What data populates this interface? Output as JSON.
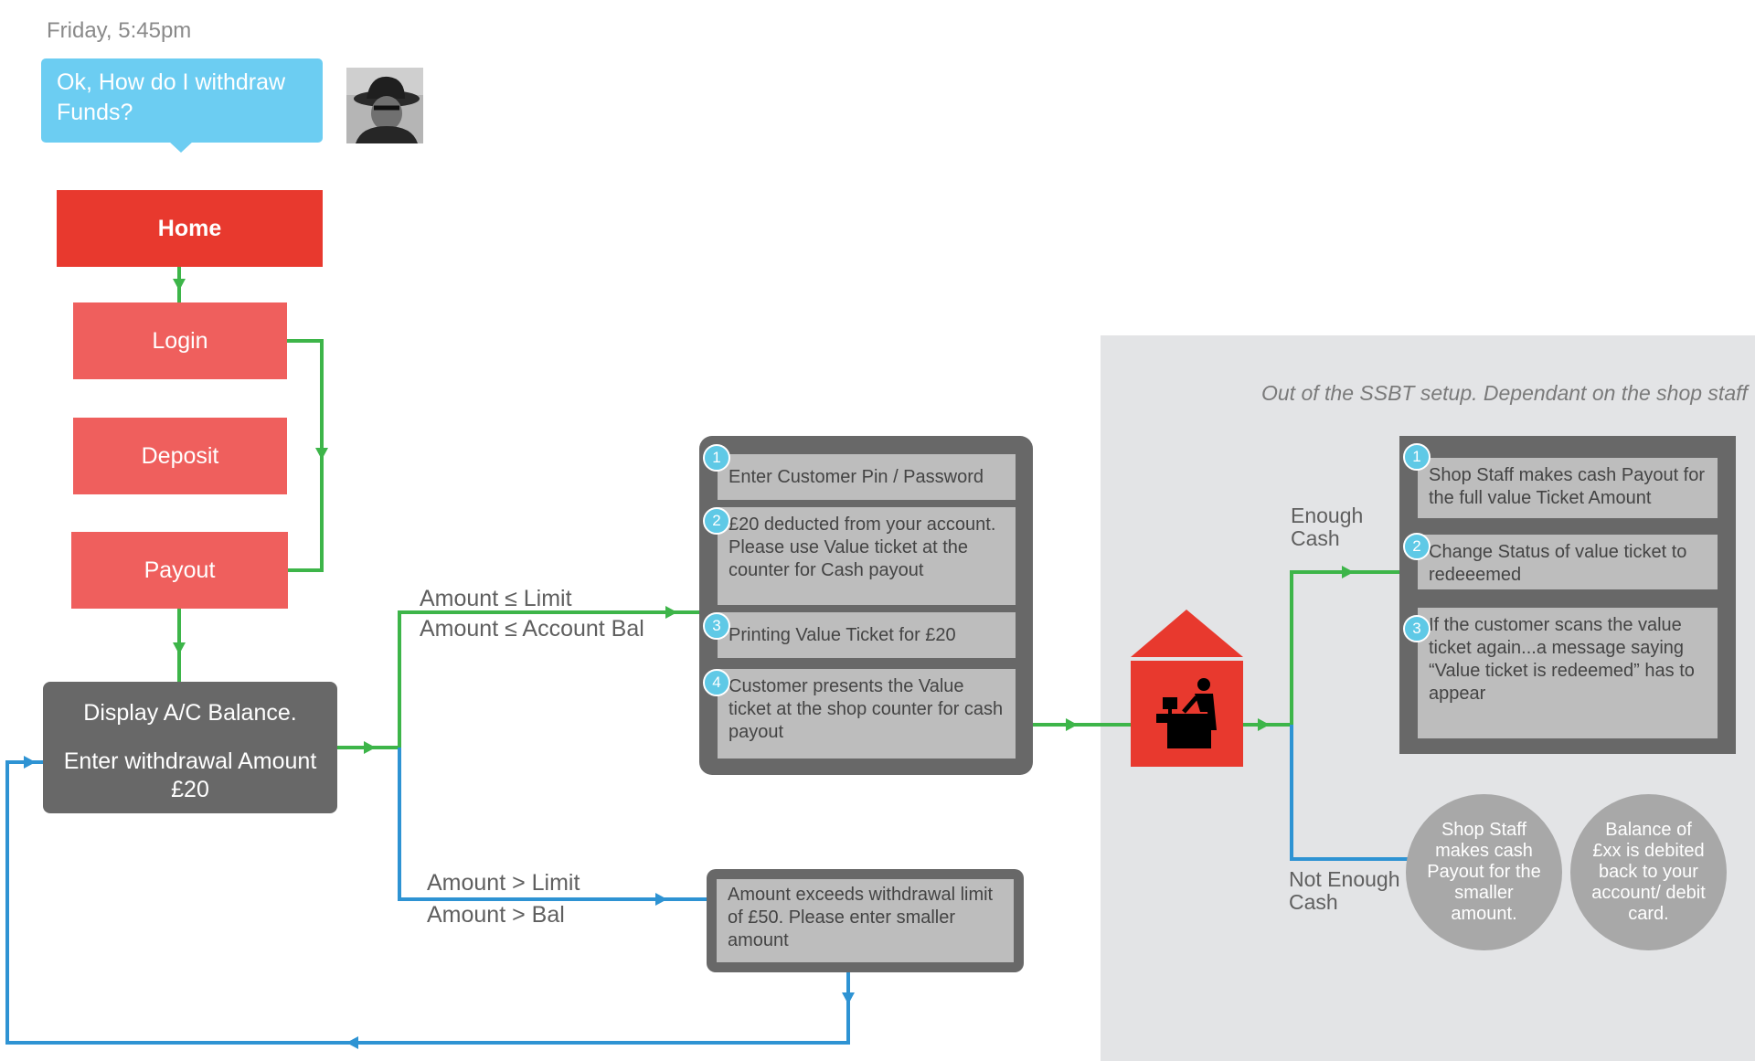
{
  "chat": {
    "timestamp": "Friday, 5:45pm",
    "message": "Ok, How do I withdraw Funds?",
    "avatar_icon": "user-avatar-photo"
  },
  "nav": {
    "home": "Home",
    "login": "Login",
    "deposit": "Deposit",
    "payout": "Payout"
  },
  "display_box": {
    "line1": "Display A/C Balance.",
    "line2": "Enter withdrawal Amount",
    "line3": "£20"
  },
  "branches": {
    "ok_line1": "Amount ≤ Limit",
    "ok_line2": "Amount ≤ Account Bal",
    "fail_line1": "Amount > Limit",
    "fail_line2": "Amount > Bal"
  },
  "steps": [
    {
      "num": "1",
      "text": "Enter Customer Pin / Password"
    },
    {
      "num": "2",
      "text": "£20 deducted from your account. Please use Value ticket at the counter for Cash payout"
    },
    {
      "num": "3",
      "text": "Printing Value Ticket for £20"
    },
    {
      "num": "4",
      "text": "Customer presents the Value ticket at the shop counter for cash payout"
    }
  ],
  "error_message": "Amount exceeds withdrawal limit of £50. Please enter smaller amount",
  "shop_zone": {
    "note": "Out of the SSBT setup. Dependant on the shop staff",
    "enough_cash": "Enough Cash",
    "not_enough_cash": "Not Enough Cash",
    "steps": [
      {
        "num": "1",
        "text": "Shop Staff makes cash Payout for the full value Ticket Amount"
      },
      {
        "num": "2",
        "text": "Change Status of value ticket to redeeemed"
      },
      {
        "num": "3",
        "text": "If the customer scans the value ticket again...a message saying “Value ticket is redeemed” has to appear"
      }
    ],
    "circles": [
      "Shop Staff makes cash Payout for the smaller amount.",
      "Balance of £xx is debited back to your account/ debit card."
    ],
    "icon": "shop-counter-icon"
  },
  "colors": {
    "bubble": "#6ccdf2",
    "home": "#e8392e",
    "nav": "#ef5f5d",
    "dark_box": "#686868",
    "step_box": "#bdbdbd",
    "badge": "#5fc9e6",
    "green_line": "#3db549",
    "blue_line": "#2e93d3",
    "zone": "#e3e4e6"
  }
}
